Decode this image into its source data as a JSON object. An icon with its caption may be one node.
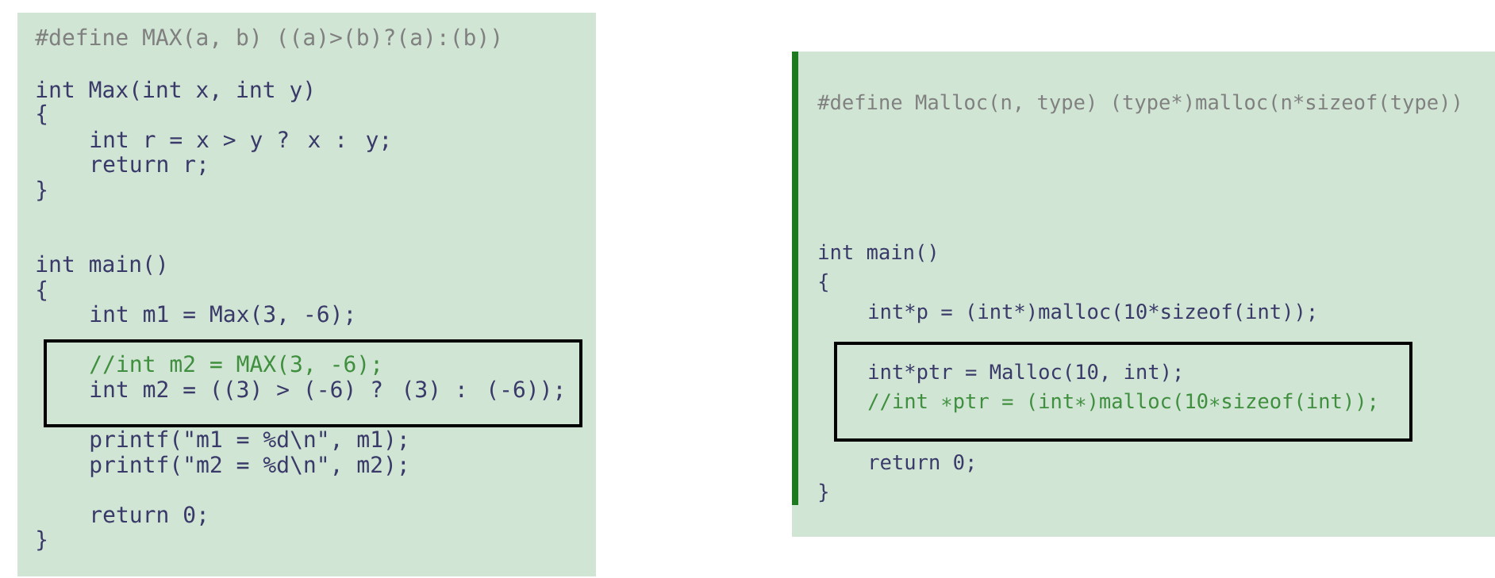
{
  "diagram": {
    "nodes": [
      {
        "text": [
          "#define MAX(a, b) ((a)>(b)?(a):(b))",
          "int Max(int x, int y)",
          "{",
          "int r = x > y ? x : y;",
          "return r;",
          "}",
          "int main()",
          "{",
          "int m1 = Max(3, -6);",
          "printf(\"m1 = %d\\n\", m1);",
          "printf(\"m2 = %d\\n\", m2);",
          "return 0;",
          "}"
        ]
      },
      {
        "text": [
          "//int m2 = MAX(3, -6);",
          "int m2 = ((3) > (-6) ? (3) : (-6));"
        ],
        "in": 0
      },
      {
        "text": [
          "#define Malloc(n, type)  (type*)malloc(n*sizeof(type))",
          "int main()",
          "{",
          "int*p = (int*)malloc(10*sizeof(int));",
          "return 0;",
          "}"
        ]
      },
      {
        "text": [
          "int*ptr = Malloc(10, int);",
          "//int ∗ptr = (int∗)malloc(10∗sizeof(int));"
        ],
        "in": 2
      }
    ]
  }
}
